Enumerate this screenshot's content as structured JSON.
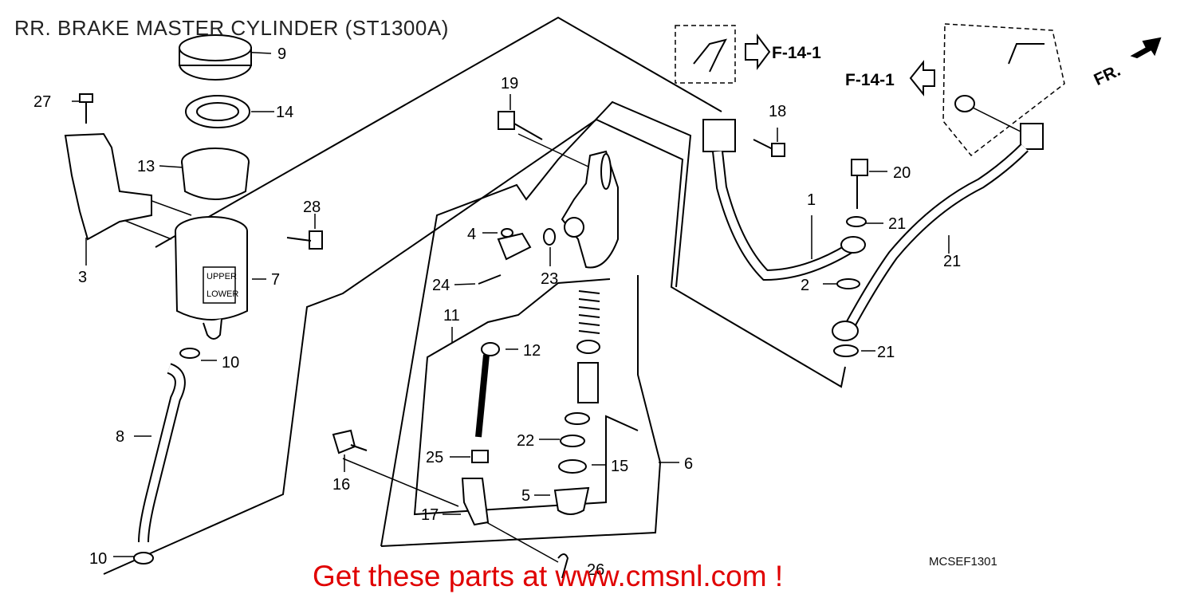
{
  "title": "RR. BRAKE MASTER CYLINDER (ST1300A)",
  "diagram_code": "MCSEF1301",
  "promo_text": "Get these parts at www.cmsnl.com !",
  "refs": {
    "f1": "F-14-1",
    "f2": "F-14-1",
    "fr": "FR."
  },
  "callouts": [
    "9",
    "14",
    "13",
    "27",
    "3",
    "28",
    "7",
    "10",
    "8",
    "10",
    "19",
    "4",
    "23",
    "24",
    "11",
    "12",
    "22",
    "25",
    "15",
    "5",
    "16",
    "17",
    "26",
    "6",
    "18",
    "1",
    "20",
    "21",
    "2",
    "21",
    "21"
  ],
  "upper_label": "UPPER",
  "lower_label": "LOWER"
}
